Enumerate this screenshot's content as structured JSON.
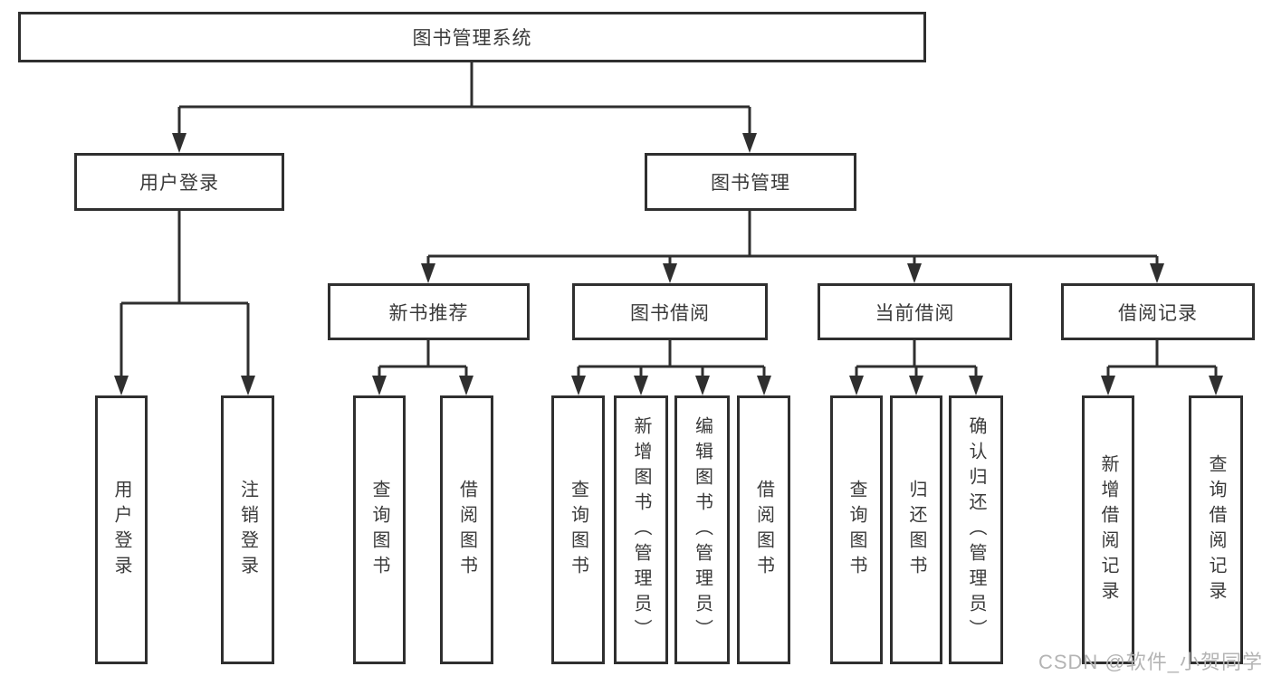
{
  "diagram": {
    "title_node": "图书管理系统",
    "root": {
      "label": "图书管理系统"
    },
    "branches": [
      {
        "label": "用户登录",
        "children": [
          {
            "label": "用户登录"
          },
          {
            "label": "注销登录"
          }
        ]
      },
      {
        "label": "图书管理",
        "children": [
          {
            "label": "新书推荐",
            "children": [
              {
                "label": "查询图书"
              },
              {
                "label": "借阅图书"
              }
            ]
          },
          {
            "label": "图书借阅",
            "children": [
              {
                "label": "查询图书"
              },
              {
                "label": "新增图书（管理员）"
              },
              {
                "label": "编辑图书（管理员）"
              },
              {
                "label": "借阅图书"
              }
            ]
          },
          {
            "label": "当前借阅",
            "children": [
              {
                "label": "查询图书"
              },
              {
                "label": "归还图书"
              },
              {
                "label": "确认归还（管理员）"
              }
            ]
          },
          {
            "label": "借阅记录",
            "children": [
              {
                "label": "新增借阅记录"
              },
              {
                "label": "查询借阅记录"
              }
            ]
          }
        ]
      }
    ]
  },
  "watermark": {
    "text": "CSDN @软件_小贺同学"
  },
  "colors": {
    "line": "#2f2f2f",
    "box_border": "#2f2f2f",
    "text": "#3a3a3a",
    "watermark": "#b4b4b4",
    "background": "#ffffff"
  }
}
